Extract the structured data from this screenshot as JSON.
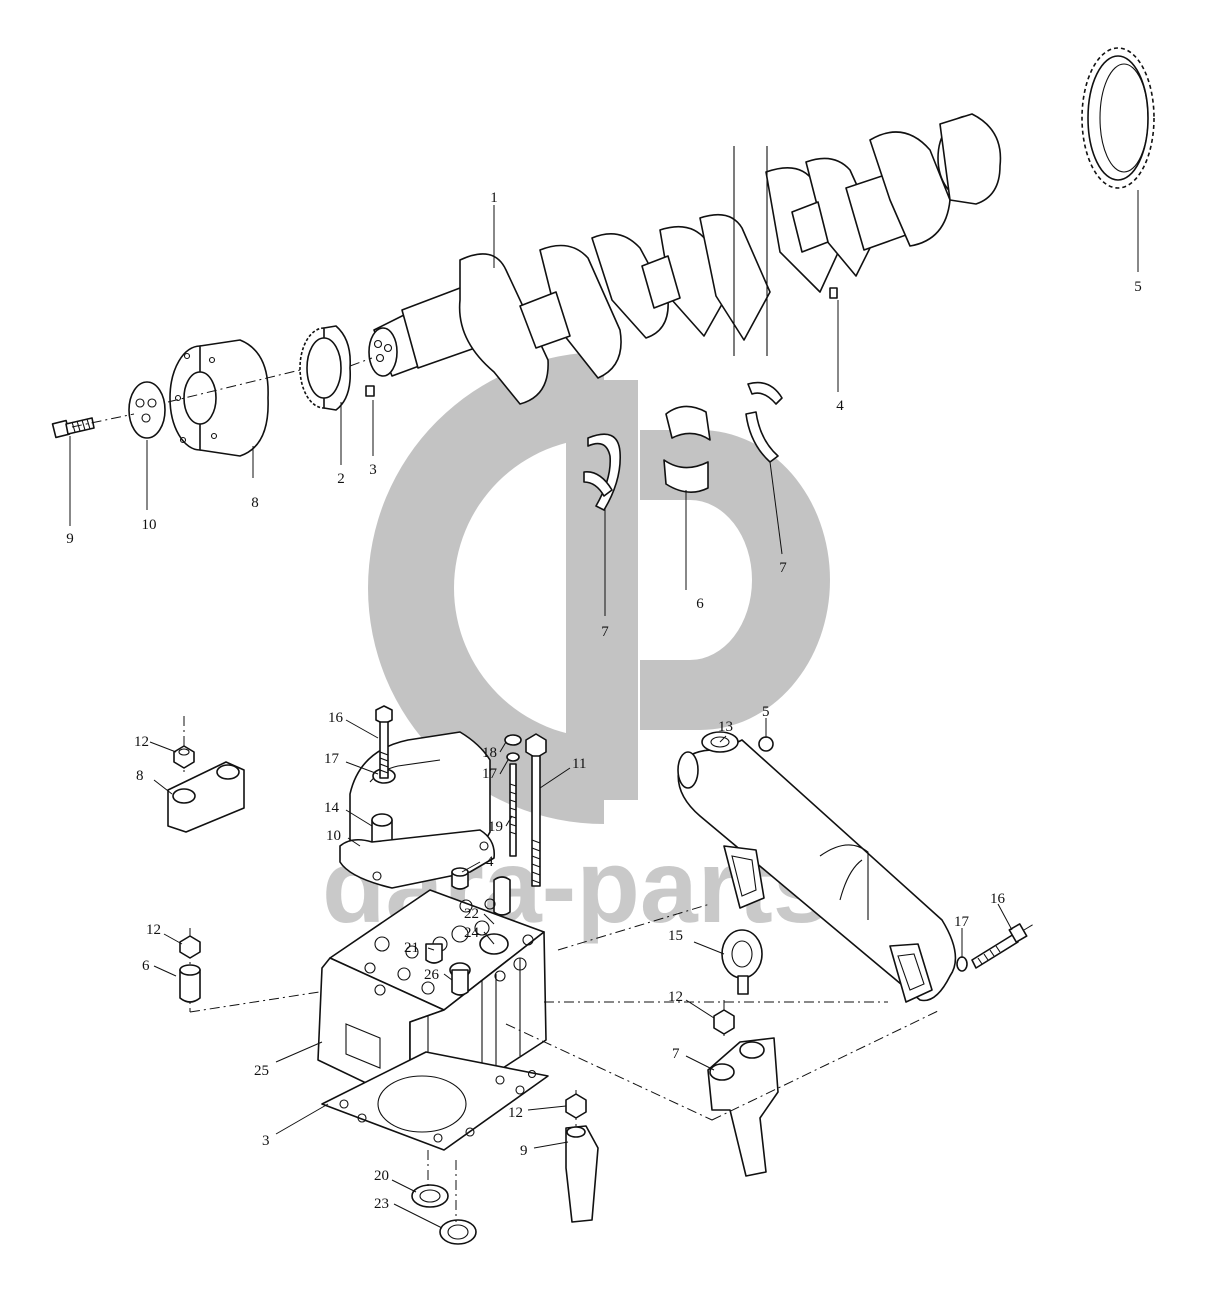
{
  "watermark": {
    "logo_color": "#bdbdbd",
    "text": "dara-parts",
    "text_color": "#c4c4c4"
  },
  "callouts_upper": [
    {
      "id": "u1",
      "text": "1"
    },
    {
      "id": "u2",
      "text": "2"
    },
    {
      "id": "u3",
      "text": "3"
    },
    {
      "id": "u4",
      "text": "4"
    },
    {
      "id": "u5",
      "text": "5"
    },
    {
      "id": "u6",
      "text": "6"
    },
    {
      "id": "u7a",
      "text": "7"
    },
    {
      "id": "u7b",
      "text": "7"
    },
    {
      "id": "u8",
      "text": "8"
    },
    {
      "id": "u9",
      "text": "9"
    },
    {
      "id": "u10",
      "text": "10"
    }
  ],
  "callouts_lower": [
    {
      "id": "l3",
      "text": "3"
    },
    {
      "id": "l4",
      "text": "4"
    },
    {
      "id": "l5",
      "text": "5"
    },
    {
      "id": "l6",
      "text": "6"
    },
    {
      "id": "l7",
      "text": "7"
    },
    {
      "id": "l8",
      "text": "8"
    },
    {
      "id": "l9",
      "text": "9"
    },
    {
      "id": "l10",
      "text": "10"
    },
    {
      "id": "l11",
      "text": "11"
    },
    {
      "id": "l12a",
      "text": "12"
    },
    {
      "id": "l12b",
      "text": "12"
    },
    {
      "id": "l12c",
      "text": "12"
    },
    {
      "id": "l12d",
      "text": "12"
    },
    {
      "id": "l13",
      "text": "13"
    },
    {
      "id": "l14",
      "text": "14"
    },
    {
      "id": "l15",
      "text": "15"
    },
    {
      "id": "l16a",
      "text": "16"
    },
    {
      "id": "l16b",
      "text": "16"
    },
    {
      "id": "l17a",
      "text": "17"
    },
    {
      "id": "l17b",
      "text": "17"
    },
    {
      "id": "l17c",
      "text": "17"
    },
    {
      "id": "l18",
      "text": "18"
    },
    {
      "id": "l19",
      "text": "19"
    },
    {
      "id": "l20",
      "text": "20"
    },
    {
      "id": "l21",
      "text": "21"
    },
    {
      "id": "l22",
      "text": "22"
    },
    {
      "id": "l23",
      "text": "23"
    },
    {
      "id": "l24",
      "text": "24"
    },
    {
      "id": "l25",
      "text": "25"
    },
    {
      "id": "l26",
      "text": "26"
    }
  ]
}
